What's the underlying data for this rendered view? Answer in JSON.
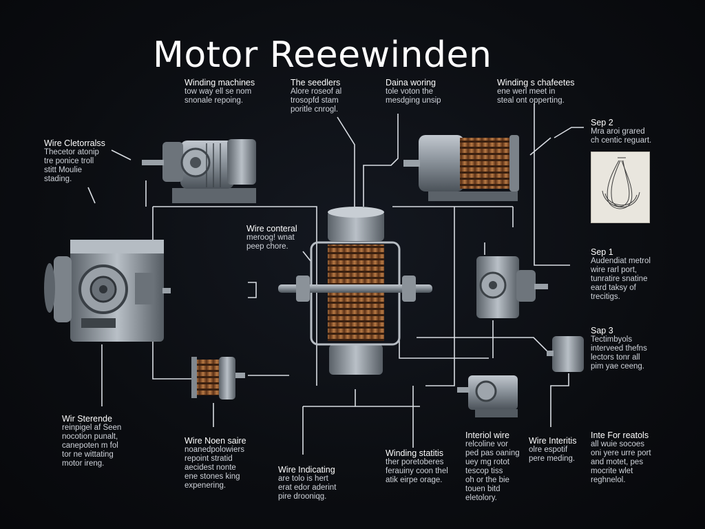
{
  "title": "Motor Reeewinden",
  "labels": [
    {
      "key": "winding_machines",
      "heading": "Winding machines",
      "lines": [
        "tow way ell se nom",
        "snonale repoing."
      ]
    },
    {
      "key": "the_seedlers",
      "heading": "The seedlers",
      "lines": [
        "Alore roseof al",
        "trosopfd stam",
        "poritle cnrogl."
      ]
    },
    {
      "key": "daina_woring",
      "heading": "Daina woring",
      "lines": [
        "tole voton the",
        "mesdging unsip"
      ]
    },
    {
      "key": "winding_chafeetes",
      "heading": "Winding s chafeetes",
      "lines": [
        "ene werl meet in",
        "steal ont opperting."
      ]
    },
    {
      "key": "wire_cletorralss",
      "heading": "Wire Cletorralss",
      "lines": [
        "Thecetor atonip",
        "tre ponice troll",
        "stitt Moulie",
        "stading."
      ]
    },
    {
      "key": "sep_2",
      "heading": "Sep 2",
      "lines": [
        "Mra aroi grared",
        "ch centic reguart."
      ]
    },
    {
      "key": "wire_conteral",
      "heading": "Wire conteral",
      "lines": [
        "meroog! wnat",
        "peep chore."
      ]
    },
    {
      "key": "sep_1",
      "heading": "Sep 1",
      "lines": [
        "Audendiat metrol",
        "wire rarl port,",
        "tunratire snatine",
        "eard taksy of",
        "trecitigs."
      ]
    },
    {
      "key": "sap_3",
      "heading": "Sap 3",
      "lines": [
        "Tectimbyols",
        "interveed thefns",
        "lectors tonr all",
        "pim yae ceeng."
      ]
    },
    {
      "key": "wir_sterende",
      "heading": "Wir Sterende",
      "lines": [
        "reinpigel af Seen",
        "nocotion punalt,",
        "canepoten m fol",
        "tor ne wittating",
        "motor ireng."
      ]
    },
    {
      "key": "wire_noen",
      "heading": "Wire Noen saire",
      "lines": [
        "noanedpolowiers",
        "repoint stratid",
        "aecidest nonte",
        "ene stones king",
        "expenering."
      ]
    },
    {
      "key": "wire_indicating",
      "heading": "Wire Indicating",
      "lines": [
        "are tolo is hert",
        "erat edor aderint",
        "pire drooniqg."
      ]
    },
    {
      "key": "winding_statitis",
      "heading": "Winding statitis",
      "lines": [
        "ther poretoberes",
        "ferauiny coon thel",
        "atik eirpe orage."
      ]
    },
    {
      "key": "interiol_wire",
      "heading": "Interiol wire",
      "lines": [
        "relcoline vor",
        "ped pas oaning",
        "uey mg rotot",
        "tescop tiss",
        "oh or the bie",
        "touen bitd",
        "eletolory."
      ]
    },
    {
      "key": "wire_interitis",
      "heading": "Wire Interitis",
      "lines": [
        "olre espotif",
        "pere meding."
      ]
    },
    {
      "key": "inte_for_reatols",
      "heading": "Inte For reatols",
      "lines": [
        "all wuie socoes",
        "oni yere urre port",
        "and motet, pes",
        "mocrite wlet",
        "reghnelol."
      ]
    }
  ],
  "colors": {
    "wire": "#d9dde3",
    "metal": "#8e969e",
    "copper": "#9a5a2c",
    "bg": "#0b0d11"
  },
  "icons": [
    "motor-icon",
    "coil-core-icon",
    "reel-icon",
    "wire-sketch-icon"
  ]
}
